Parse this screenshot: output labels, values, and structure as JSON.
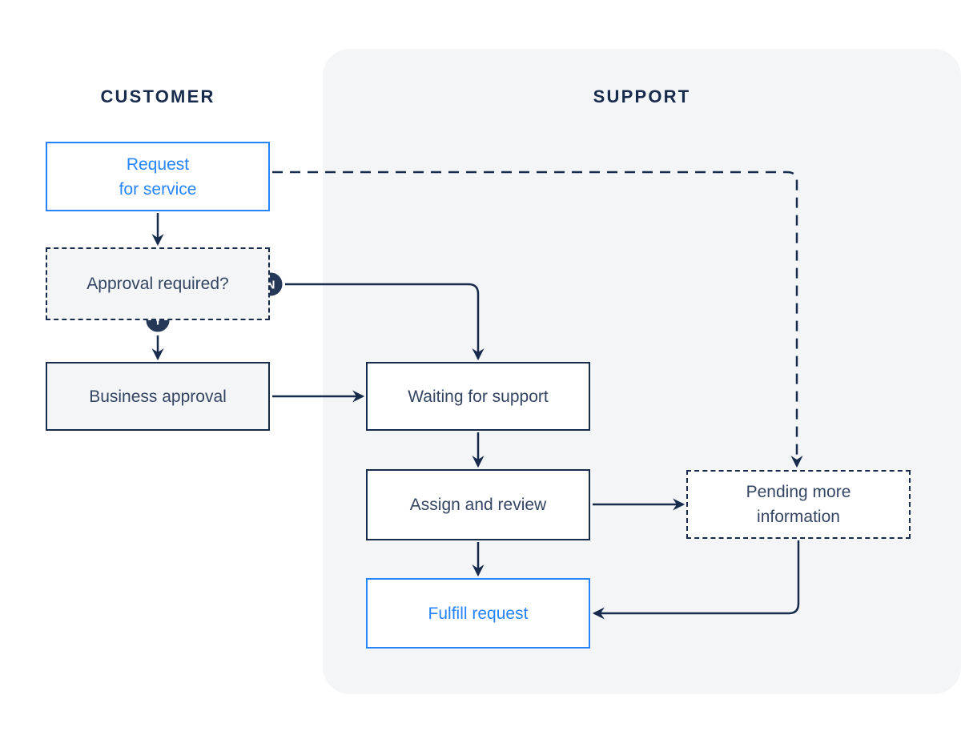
{
  "diagram": {
    "type": "flowchart",
    "lanes": {
      "customer": {
        "label": "CUSTOMER"
      },
      "support": {
        "label": "SUPPORT"
      }
    },
    "nodes": {
      "request_for_service": {
        "line1": "Request",
        "line2": "for service",
        "lane": "customer",
        "style": "blue-solid"
      },
      "approval_required": {
        "label": "Approval required?",
        "lane": "customer",
        "style": "navy-dashed"
      },
      "business_approval": {
        "label": "Business approval",
        "lane": "customer",
        "style": "navy-solid"
      },
      "waiting_for_support": {
        "label": "Waiting for support",
        "lane": "support",
        "style": "navy-solid"
      },
      "assign_and_review": {
        "label": "Assign and review",
        "lane": "support",
        "style": "navy-solid"
      },
      "fulfill_request": {
        "label": "Fulfill request",
        "lane": "support",
        "style": "blue-solid"
      },
      "pending_more_information": {
        "line1": "Pending more",
        "line2": "information",
        "lane": "support",
        "style": "navy-dashed"
      }
    },
    "badges": {
      "no": "N",
      "yes": "Y"
    },
    "edges": [
      "request_for_service -> approval_required",
      "approval_required -Y-> business_approval",
      "approval_required -N-> waiting_for_support",
      "business_approval -> waiting_for_support",
      "waiting_for_support -> assign_and_review",
      "assign_and_review -> fulfill_request",
      "assign_and_review -> pending_more_information",
      "pending_more_information -> fulfill_request",
      "request_for_service -dashed-> pending_more_information"
    ],
    "colors": {
      "navy": "#172B4D",
      "blue": "#2684FF",
      "lane_background": "#F4F5F7",
      "badge_fill": "#253858",
      "node_text": "#344563"
    }
  }
}
